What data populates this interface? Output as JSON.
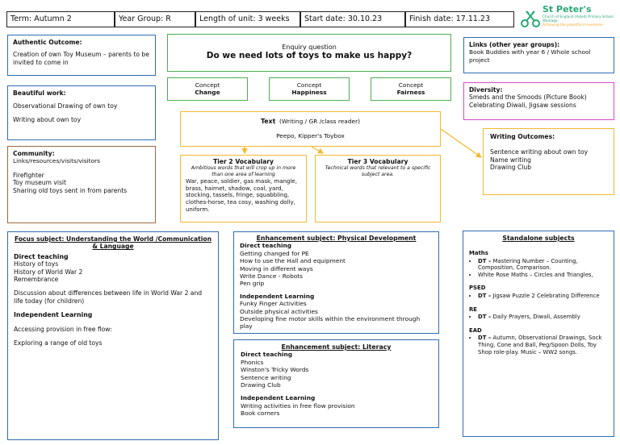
{
  "header": {
    "term": "Term: Autumn 2",
    "year_group": "Year Group: R",
    "length": "Length of unit:  3 weeks",
    "start": "Start date: 30.10.23",
    "finish": "Finish date: 17.11.23"
  },
  "logo": {
    "name": "St Peter's",
    "line2": "Church of England (Aided) Primary School",
    "line3": "Wantage",
    "tagline": "Achieving the potential in everyone",
    "colors": {
      "green": "#2aa876",
      "orange": "#f5a623"
    }
  },
  "authentic": {
    "heading": "Authentic Outcome:",
    "text": "Creation of own Toy Museum – parents to be invited to come in"
  },
  "beautiful": {
    "heading": "Beautiful work:",
    "line1": "Observational Drawing of own toy",
    "line2": "Writing about own toy"
  },
  "community": {
    "heading": "Community:",
    "sub": "Links/resources/visits/visitors",
    "items": [
      "Firefighter",
      "Toy museum visit",
      "Sharing old toys sent in from parents"
    ]
  },
  "enquiry": {
    "label": "Enquiry question",
    "question": "Do we need lots of toys to make us happy?"
  },
  "concepts": [
    {
      "label": "Concept",
      "name": "Change"
    },
    {
      "label": "Concept",
      "name": "Happiness"
    },
    {
      "label": "Concept",
      "name": "Fairness"
    }
  ],
  "text_box": {
    "heading": "Text",
    "heading_suffix": "(Writing / GR /class reader)",
    "book": "Peepo, Kipper's Toybox"
  },
  "tier2": {
    "heading": "Tier 2 Vocabulary",
    "desc": "Ambitious words that will crop up in more than one area of learning",
    "words": "War, peace, soldier, gas mask, mangle, brass, hairnet, shadow, coal, yard, stocking, tassels, fringe, squabbling, clothes-horse, tea cosy, washing dolly, uniform."
  },
  "tier3": {
    "heading": "Tier 3 Vocabulary",
    "desc": "Technical words that relevant to a specific subject area."
  },
  "links": {
    "heading": "Links (other year groups):",
    "text": "Book Buddies with year 6 / Whole school project"
  },
  "diversity": {
    "heading": "Diversity:",
    "line1": "Smeds and the Smoods (Picture Book)",
    "line2": "Celebrating Diwali, Jigsaw sessions"
  },
  "writing": {
    "heading": "Writing Outcomes:",
    "items": [
      "Sentence writing about own toy",
      "Name writing",
      "Drawing Club"
    ]
  },
  "focus": {
    "heading": "Focus subject: Understanding the World /Communication & Language",
    "direct": "Direct teaching",
    "direct_items": [
      "History of toys",
      "History of World War 2",
      "Remembrance"
    ],
    "discussion": "Discussion about differences between life in World War 2 and life today (for children)",
    "independent": "Independent Learning",
    "ind_line1": "Accessing provision in free flow:",
    "ind_line2": "Exploring a range of old toys"
  },
  "physical": {
    "heading": "Enhancement  subject: Physical Development",
    "direct": "Direct teaching",
    "direct_items": [
      "Getting changed for PE",
      "How to use the Hall and equipment",
      "Moving in different ways",
      "Write Dance - Robots",
      "Pen grip"
    ],
    "independent": "Independent Learning",
    "ind_items": [
      "Funky Finger Activities",
      "Outside physical activities",
      "Developing fine motor skills within the environment through play"
    ]
  },
  "literacy": {
    "heading": "Enhancement  subject: Literacy",
    "direct": "Direct teaching",
    "direct_items": [
      "Phonics",
      "Winston's Tricky Words",
      "Sentence writing",
      "Drawing Club"
    ],
    "independent": "Independent Learning",
    "ind_items": [
      "Writing activities in free flow provision",
      "Book corners"
    ]
  },
  "standalone": {
    "heading": "Standalone  subjects",
    "maths_h": "Maths",
    "maths_1_b": "DT –",
    "maths_1": " Mastering Number – Counting, Composition, Comparison.",
    "maths_2": "White Rose Maths – Circles and Triangles,",
    "psed_h": "PSED",
    "psed_1_b": "DT –",
    "psed_1": " Jigsaw Puzzle 2 Celebrating Difference",
    "re_h": "RE",
    "re_1_b": "DT –",
    "re_1": " Daily Prayers, Diwali, Assembly",
    "ead_h": "EAD",
    "ead_1_b": "DT –",
    "ead_1": " Autumn, Observational Drawings, Sock Thing, Cone and Ball, Peg/Spoon Dolls, Toy Shop role-play. Music – WW2 songs."
  }
}
